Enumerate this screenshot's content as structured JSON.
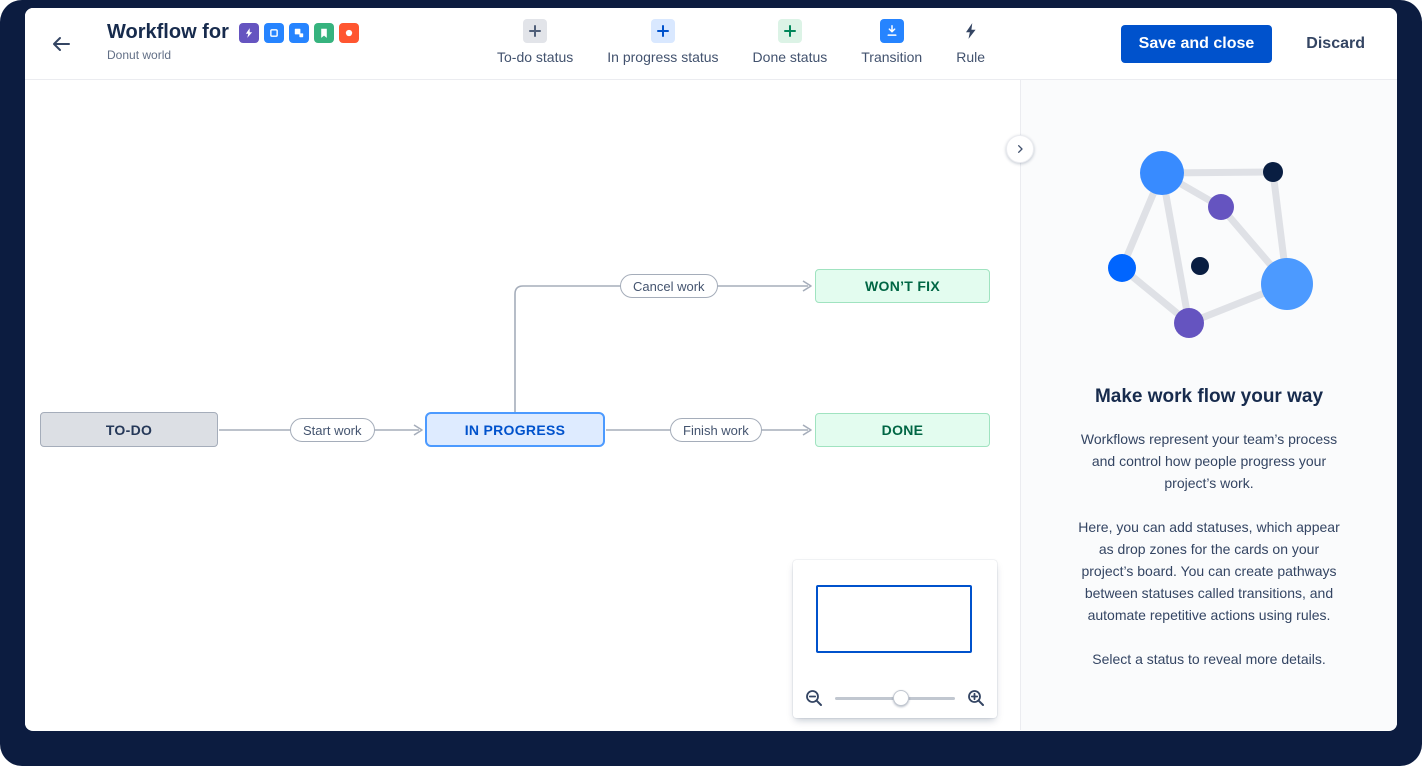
{
  "header": {
    "title": "Workflow for",
    "subtitle": "Donut world",
    "back_icon": "arrow-left",
    "issue_type_icons": [
      {
        "name": "epic-icon",
        "color": "#6554C0"
      },
      {
        "name": "task-icon",
        "color": "#2684FF"
      },
      {
        "name": "subtask-icon",
        "color": "#2684FF"
      },
      {
        "name": "story-icon",
        "color": "#36B37E"
      },
      {
        "name": "bug-icon",
        "color": "#FF5630"
      }
    ],
    "toolbar_items": [
      {
        "label": "To-do status",
        "icon": "plus-gray"
      },
      {
        "label": "In progress status",
        "icon": "plus-blue"
      },
      {
        "label": "Done status",
        "icon": "plus-green"
      },
      {
        "label": "Transition",
        "icon": "transition-arrows"
      },
      {
        "label": "Rule",
        "icon": "lightning-bolt"
      }
    ],
    "save_button_label": "Save and close",
    "discard_button_label": "Discard",
    "accent_color": "#0052CC"
  },
  "canvas": {
    "statuses": [
      {
        "label": "TO-DO",
        "category": "todo",
        "bg": "#DCDFE4",
        "border": "#A5ADBA",
        "text_color": "#253858"
      },
      {
        "label": "IN PROGRESS",
        "category": "in-progress",
        "bg": "#DEEBFF",
        "border": "#4C9AFF",
        "text_color": "#0052CC"
      },
      {
        "label": "WON’T FIX",
        "category": "done",
        "bg": "#E3FCEF",
        "border": "#A0E3C0",
        "text_color": "#006644"
      },
      {
        "label": "DONE",
        "category": "done",
        "bg": "#E3FCEF",
        "border": "#A0E3C0",
        "text_color": "#006644"
      }
    ],
    "transitions": [
      {
        "label": "Start work",
        "from": "TO-DO",
        "to": "IN PROGRESS"
      },
      {
        "label": "Cancel work",
        "from": "IN PROGRESS",
        "to": "WON’T FIX"
      },
      {
        "label": "Finish work",
        "from": "IN PROGRESS",
        "to": "DONE"
      }
    ],
    "arrow_color": "#A5ADBA",
    "expand_panel_icon": "chevron-right",
    "minimap": {
      "viewport_border_color": "#0052CC",
      "zoom_out_icon": "magnifier-minus",
      "zoom_in_icon": "magnifier-plus",
      "zoom_slider_position": 0.48
    }
  },
  "sidebar": {
    "heading": "Make work flow your way",
    "paragraphs": [
      "Workflows represent your team’s process and control how people progress your project’s work.",
      "Here, you can add statuses, which appear as drop zones for the cards on your project’s board. You can create pathways between statuses called transitions, and automate repetitive actions using rules.",
      "Select a status to reveal more details."
    ]
  }
}
